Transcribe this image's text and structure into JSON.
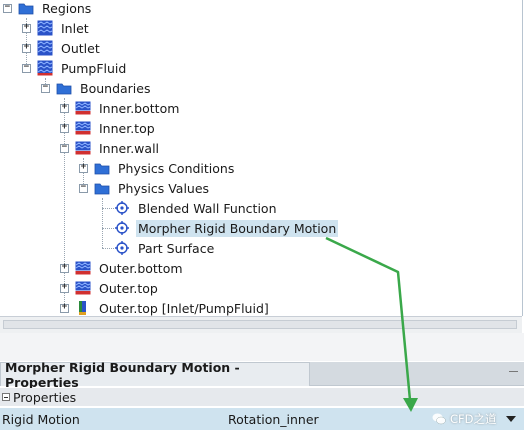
{
  "tree": {
    "regions": "Regions",
    "inlet": "Inlet",
    "outlet": "Outlet",
    "pumpfluid": "PumpFluid",
    "boundaries": "Boundaries",
    "inner_bottom": "Inner.bottom",
    "inner_top": "Inner.top",
    "inner_wall": "Inner.wall",
    "physics_conditions": "Physics Conditions",
    "physics_values": "Physics Values",
    "blended_wall_function": "Blended Wall Function",
    "morpher_rigid_boundary_motion": "Morpher Rigid Boundary Motion",
    "part_surface": "Part Surface",
    "outer_bottom": "Outer.bottom",
    "outer_top": "Outer.top",
    "outer_top_interface": "Outer.top [Inlet/PumpFluid]"
  },
  "properties": {
    "tab_title": "Morpher Rigid Boundary Motion - Properties",
    "category": "Properties",
    "row_key": "Rigid Motion",
    "row_value": "Rotation_inner"
  },
  "watermark": {
    "text": "CFD之道"
  },
  "colors": {
    "selection": "#cfe3ef",
    "annotation_arrow": "#3aa84a",
    "folder": "#2f6fd6",
    "region": "#2a52c8",
    "boundary_red": "#d03030"
  }
}
